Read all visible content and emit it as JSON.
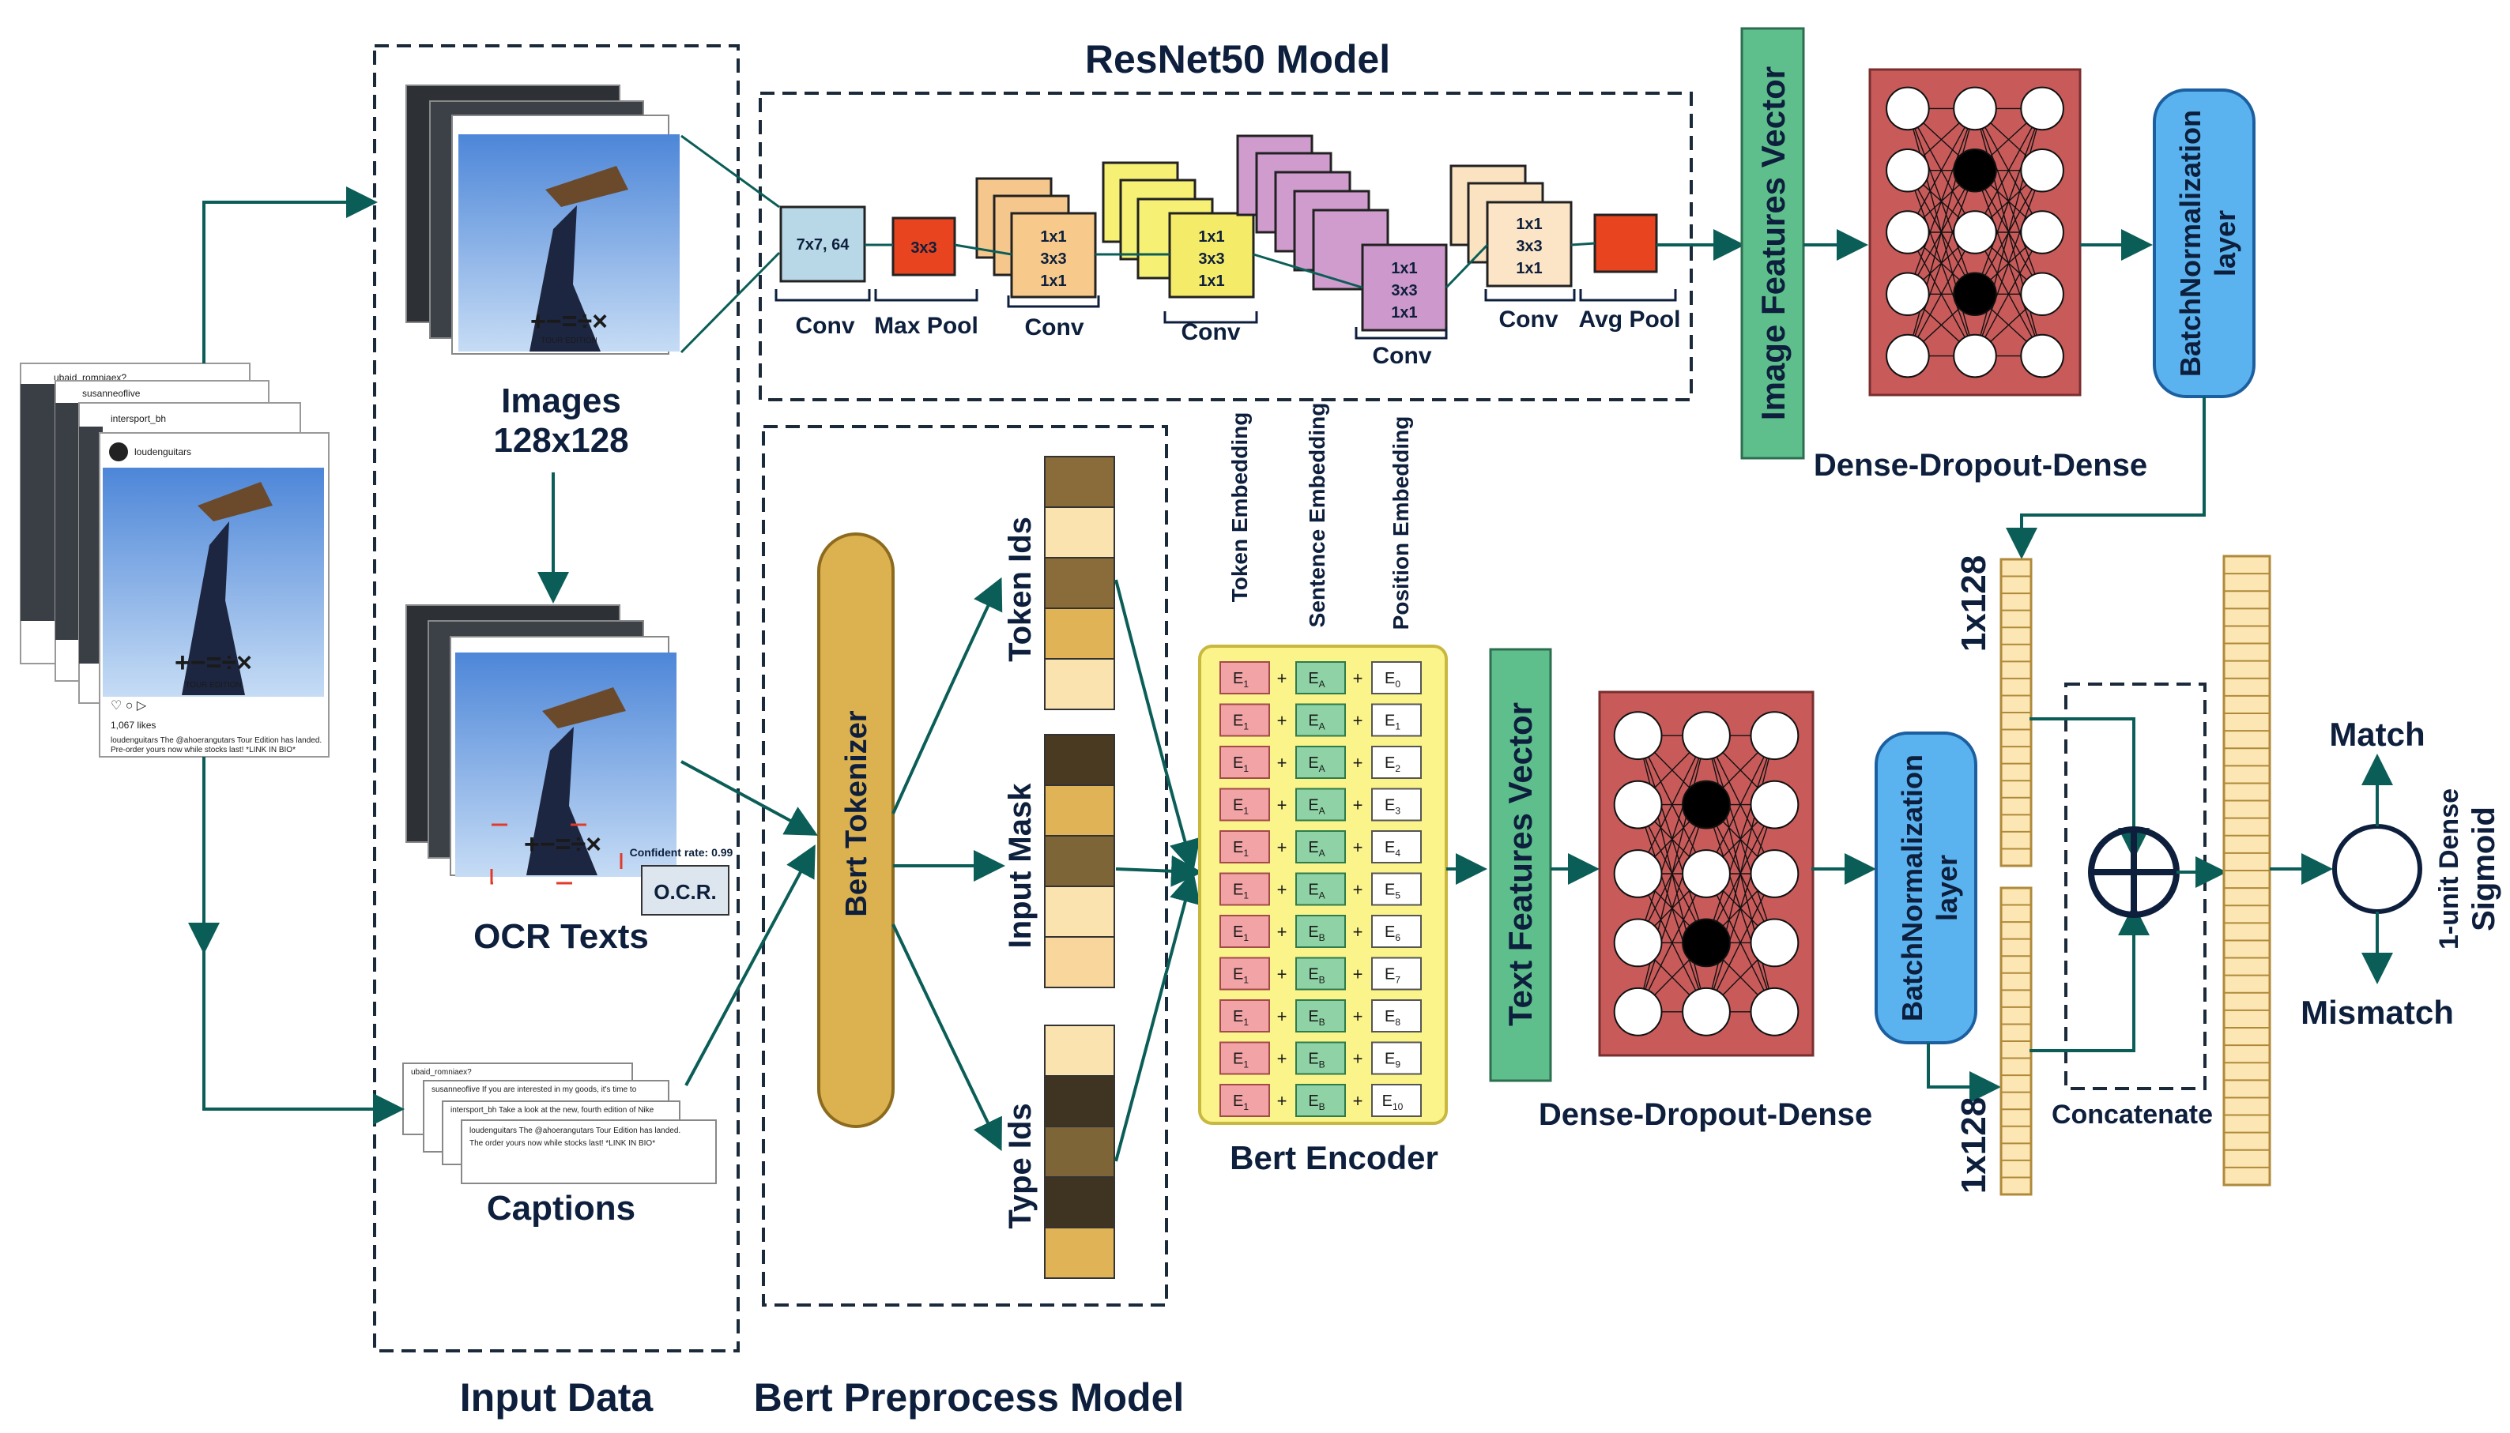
{
  "labels": {
    "resnet_title": "ResNet50 Model",
    "input_data": "Input Data",
    "bert_preprocess": "Bert Preprocess Model",
    "images": "Images",
    "images_size": "128x128",
    "ocr_texts": "OCR Texts",
    "captions": "Captions",
    "ocr_badge": "O.C.R.",
    "confident_rate": "Confident rate: 0.99",
    "bert_tokenizer": "Bert Tokenizer",
    "token_ids": "Token Ids",
    "input_mask": "Input Mask",
    "type_ids": "Type Ids",
    "token_embedding": "Token Embedding",
    "sentence_embedding": "Sentence Embedding",
    "position_embedding": "Position Embedding",
    "bert_encoder": "Bert Encoder",
    "text_features_vector": "Text Features Vector",
    "image_features_vector": "Image Features Vector",
    "dense_dropout_dense_top": "Dense-Dropout-Dense",
    "dense_dropout_dense_bottom": "Dense-Dropout-Dense",
    "batchnorm_top_1": "BatchNormalization",
    "batchnorm_top_2": "layer",
    "batchnorm_bottom_1": "BatchNormalization",
    "batchnorm_bottom_2": "layer",
    "size_top": "1x128",
    "size_bottom": "1x128",
    "concatenate": "Concatenate",
    "match": "Match",
    "mismatch": "Mismatch",
    "dense_1": "1-unit Dense",
    "dense_2": "Sigmoid",
    "post_caption_text": "Pre-order yours now while stocks last! *LINK IN BIO*"
  },
  "resnet_blocks": {
    "conv1": "7x7, 64",
    "maxpool": "3x3",
    "bottleneck_1": "1x1",
    "bottleneck_3": "3x3",
    "conv_label": "Conv",
    "maxpool_label": "Max Pool",
    "avgpool_label": "Avg Pool"
  },
  "post": {
    "profiles": [
      "ubaid_romniaex?",
      "susanneoflive",
      "intersport_bh",
      "loudenguitars"
    ],
    "likes": "1,067 likes",
    "album_text": "+−=÷×",
    "album_sub": "TOUR EDITION"
  },
  "caption_lines": [
    "ubaid_romniaex?",
    "susanneoflive If you are interested in my goods, it's time to",
    "intersport_bh Take a look at the new, fourth edition of Nike",
    "loudenguitars The @ahoerangutars Tour Edition has landed.",
    "The order yours now while stocks last! *LINK IN BIO*"
  ],
  "encoder": {
    "token": [
      "E",
      "E",
      "E",
      "E",
      "E",
      "E",
      "E",
      "E",
      "E",
      "E",
      "E"
    ],
    "token_sub": [
      "1",
      "1",
      "1",
      "1",
      "1",
      "1",
      "1",
      "1",
      "1",
      "1",
      "1"
    ],
    "sentence": [
      "E",
      "E",
      "E",
      "E",
      "E",
      "E",
      "E",
      "E",
      "E",
      "E",
      "E"
    ],
    "sentence_sub": [
      "A",
      "A",
      "A",
      "A",
      "A",
      "A",
      "B",
      "B",
      "B",
      "B",
      "B"
    ],
    "position": [
      "E",
      "E",
      "E",
      "E",
      "E",
      "E",
      "E",
      "E",
      "E",
      "E",
      "E"
    ],
    "position_sub": [
      "0",
      "1",
      "2",
      "3",
      "4",
      "5",
      "6",
      "7",
      "8",
      "9",
      "10"
    ],
    "plus": "+"
  },
  "colors": {
    "arrow": "#0b5e57",
    "dense_bg": "#c85a5a",
    "features_green": "#5fbf8c",
    "batchnorm_blue": "#5ab2ee",
    "tokenizer": "#dcb14f",
    "encoder_bg": "#fbf48a",
    "vector_cell": "#fbe6b4"
  }
}
